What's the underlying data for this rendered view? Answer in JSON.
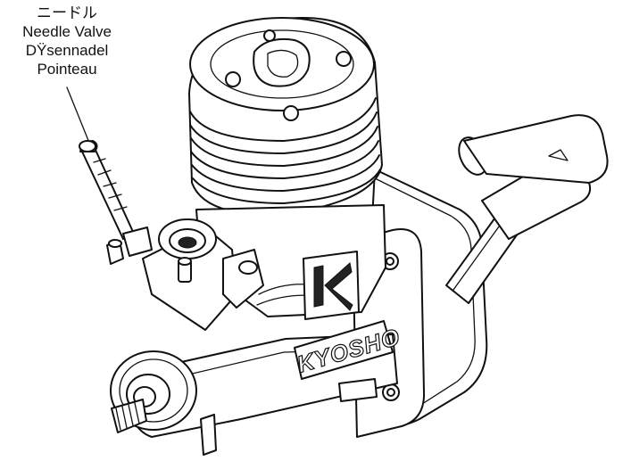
{
  "callout": {
    "lines": [
      "ニードル",
      "Needle Valve",
      "DŸsennadel",
      "Pointeau"
    ]
  },
  "engine": {
    "brand": "KYOSHO"
  }
}
